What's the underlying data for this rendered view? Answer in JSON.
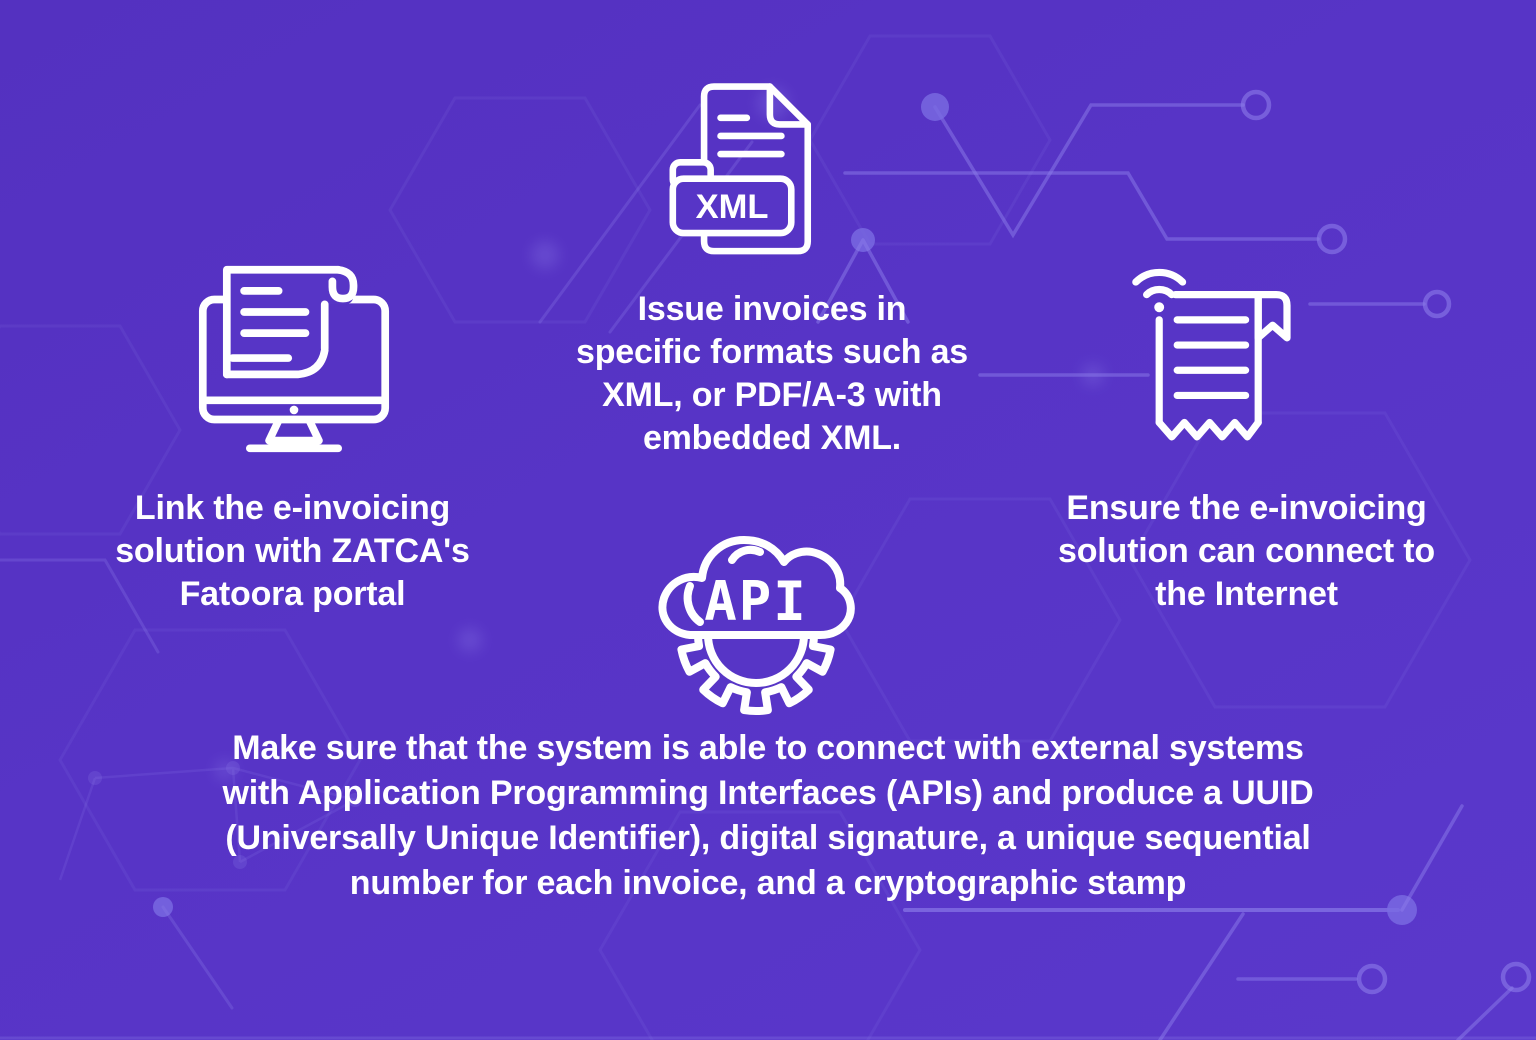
{
  "theme": {
    "background": "#5633C5",
    "pattern_line": "#8C7CE9",
    "icon_stroke": "#FFFFFF",
    "text_color": "#FFFFFF"
  },
  "sections": {
    "formats": {
      "icon": "xml-file-icon",
      "icon_label": "XML",
      "lines": [
        "Issue invoices in",
        "specific formats such as",
        "XML, or PDF/A-3 with",
        "embedded XML."
      ]
    },
    "fatoora": {
      "icon": "monitor-invoice-icon",
      "lines": [
        "Link the e-invoicing",
        "solution with ZATCA's",
        "Fatoora portal"
      ]
    },
    "internet": {
      "icon": "receipt-wifi-icon",
      "lines": [
        "Ensure the e-invoicing",
        "solution can connect to",
        "the Internet"
      ]
    },
    "api": {
      "icon": "api-cloud-gear-icon",
      "icon_label": "API",
      "lines": [
        "Make sure that the system is able to connect with external systems",
        "with Application Programming Interfaces (APIs) and produce a UUID",
        "(Universally Unique Identifier), digital signature, a unique sequential",
        "number for each invoice, and a cryptographic stamp"
      ]
    }
  }
}
